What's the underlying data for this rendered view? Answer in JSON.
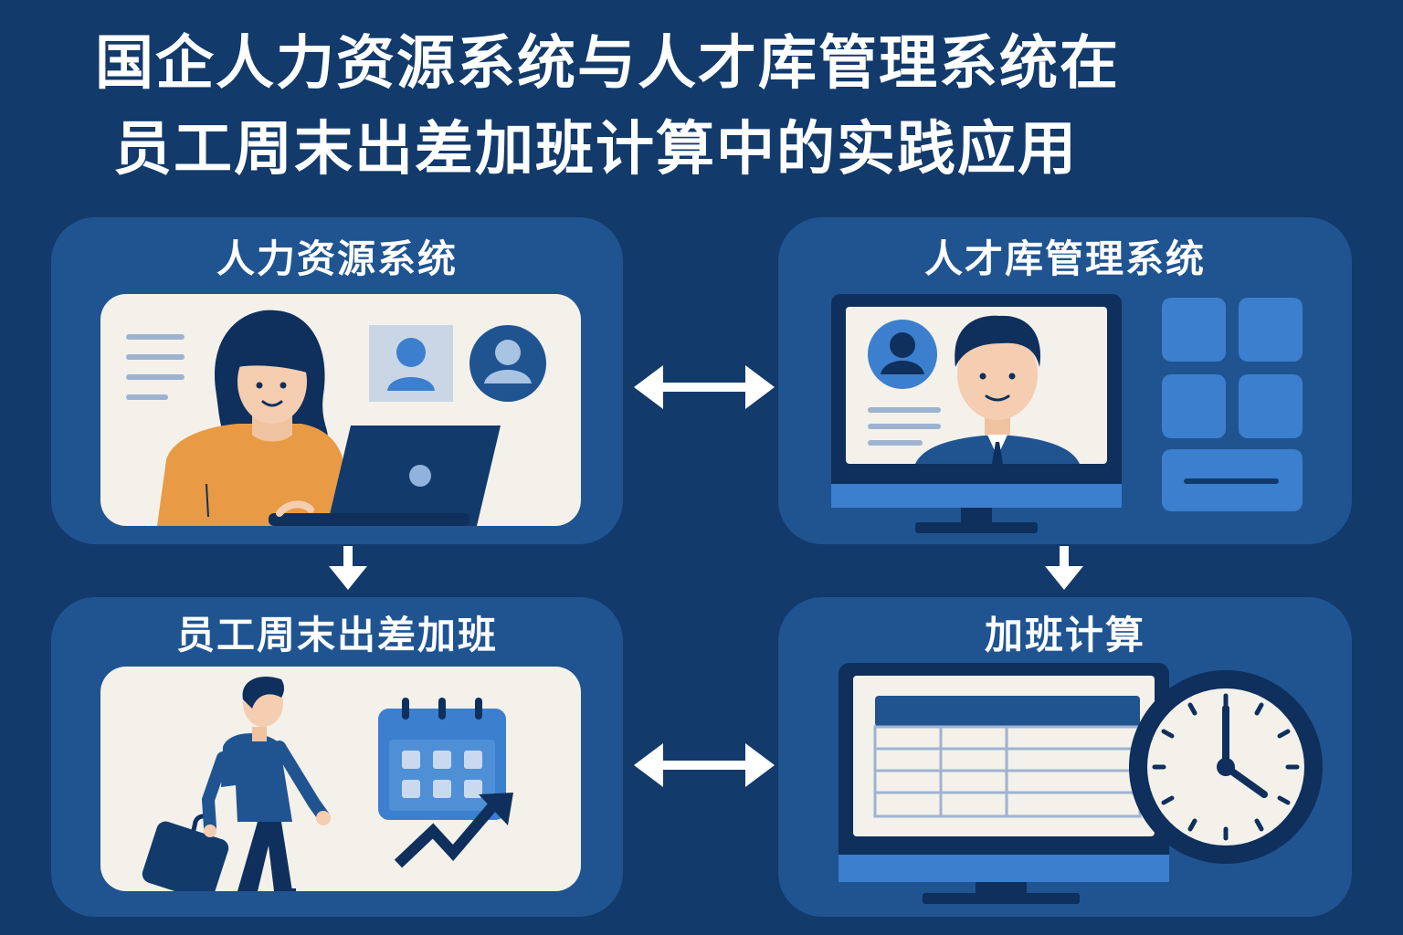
{
  "title": {
    "line1": "国企人力资源系统与人才库管理系统在",
    "line2": "员工周末出差加班计算中的实践应用"
  },
  "panels": {
    "hr": {
      "label": "人力资源系统"
    },
    "talent": {
      "label": "人才库管理系统"
    },
    "travel": {
      "label": "员工周末出差加班"
    },
    "calc": {
      "label": "加班计算"
    }
  },
  "colors": {
    "background": "#123a6b",
    "panel": "#1f5491",
    "card": "#f3f1ea",
    "accent": "#3c7fce",
    "navy": "#0f2f5c",
    "orange": "#e89a44"
  },
  "icons": [
    "bidirectional-arrow-icon",
    "down-arrow-icon",
    "user-avatar-icon",
    "laptop-icon",
    "monitor-icon",
    "calendar-icon",
    "trend-arrow-icon",
    "clock-icon",
    "spreadsheet-icon",
    "suitcase-icon"
  ]
}
